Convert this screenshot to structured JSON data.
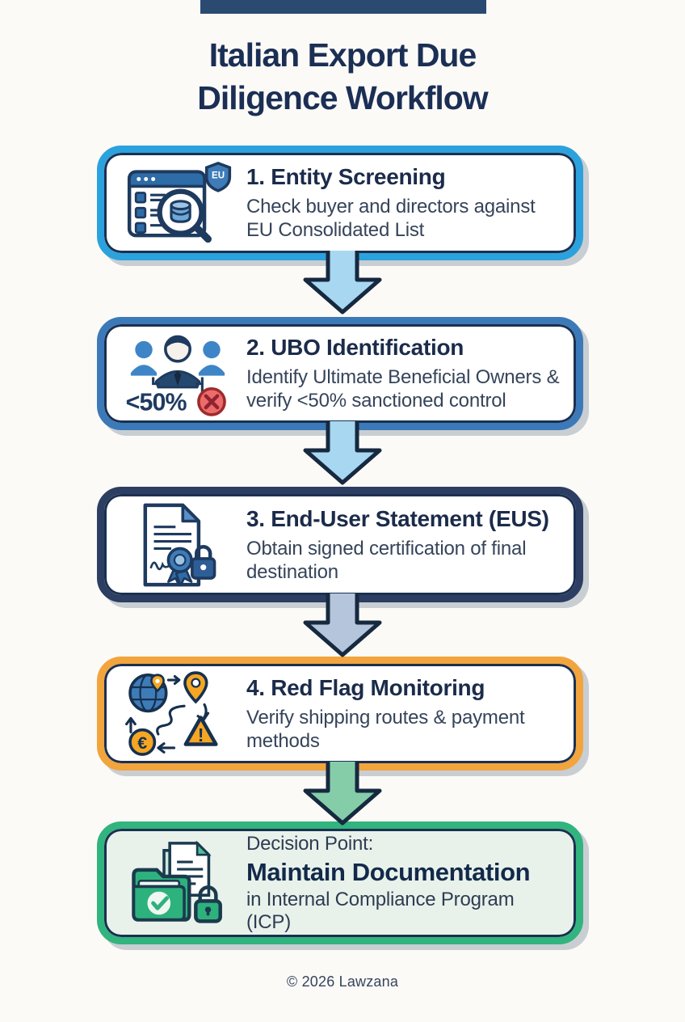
{
  "header": {
    "top_bar_color": "#2B4A72",
    "title_lines": [
      "Italian Export Due",
      "Diligence Workflow"
    ]
  },
  "steps": [
    {
      "title": "1. Entity Screening",
      "description": "Check buyer and directors against\nEU Consolidated List",
      "border_color": "#2BA2DD",
      "background": "#FFFFFF",
      "icon": "entity-screening-search-icon",
      "icon_badge": "EU"
    },
    {
      "title": "2. UBO Identification",
      "description": "Identify Ultimate Beneficial Owners &\nverify <50% sanctioned control",
      "border_color": "#3B79B8",
      "background": "#FFFFFF",
      "icon": "ubo-people-icon",
      "icon_label": "<50%"
    },
    {
      "title": "3. End-User Statement (EUS)",
      "description": "Obtain signed certification of final\ndestination",
      "border_color": "#2C3E61",
      "background": "#FFFFFF",
      "icon": "signed-certificate-icon"
    },
    {
      "title": "4. Red Flag Monitoring",
      "description": "Verify shipping routes & payment\nmethods",
      "border_color": "#F2A43D",
      "background": "#FFFFFF",
      "icon": "shipping-route-monitoring-icon",
      "icon_euro": "€",
      "icon_alert": "!"
    },
    {
      "kicker": "Decision Point:",
      "title": "Maintain Documentation",
      "description": "in Internal Compliance Program (ICP)",
      "border_color": "#31B47E",
      "background": "#E8F2EB",
      "icon": "documentation-folder-icon"
    }
  ],
  "arrows": [
    {
      "color": "#A8D7F2"
    },
    {
      "color": "#A8D7F2"
    },
    {
      "color": "#B4C5DC"
    },
    {
      "color": "#85CDA9"
    }
  ],
  "footer": {
    "text": "© 2026 Lawzana"
  }
}
